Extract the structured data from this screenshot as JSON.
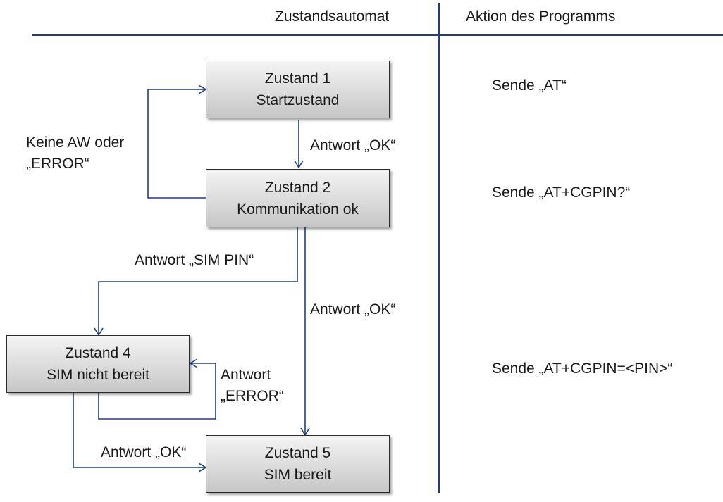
{
  "headers": {
    "left": "Zustandsautomat",
    "right": "Aktion des Programms"
  },
  "states": [
    {
      "id": "s1",
      "line1": "Zustand 1",
      "line2": "Startzustand"
    },
    {
      "id": "s2",
      "line1": "Zustand 2",
      "line2": "Kommunikation ok"
    },
    {
      "id": "s4",
      "line1": "Zustand 4",
      "line2": "SIM nicht bereit"
    },
    {
      "id": "s5",
      "line1": "Zustand 5",
      "line2": "SIM bereit"
    }
  ],
  "transitions": {
    "s1_to_s2": "Antwort „OK“",
    "s2_to_s1_line1": "Keine AW oder",
    "s2_to_s1_line2": "„ERROR“",
    "s2_to_s4": "Antwort „SIM PIN“",
    "s2_to_s5": "Antwort „OK“",
    "s4_self_line1": "Antwort",
    "s4_self_line2": "„ERROR“",
    "s4_to_s5": "Antwort „OK“"
  },
  "actions": [
    "Sende „AT“",
    "Sende „AT+CGPIN?“",
    "Sende „AT+CGPIN=<PIN>“"
  ],
  "colors": {
    "arrow": "#1f3f7a",
    "divider": "#1f3f7a"
  }
}
